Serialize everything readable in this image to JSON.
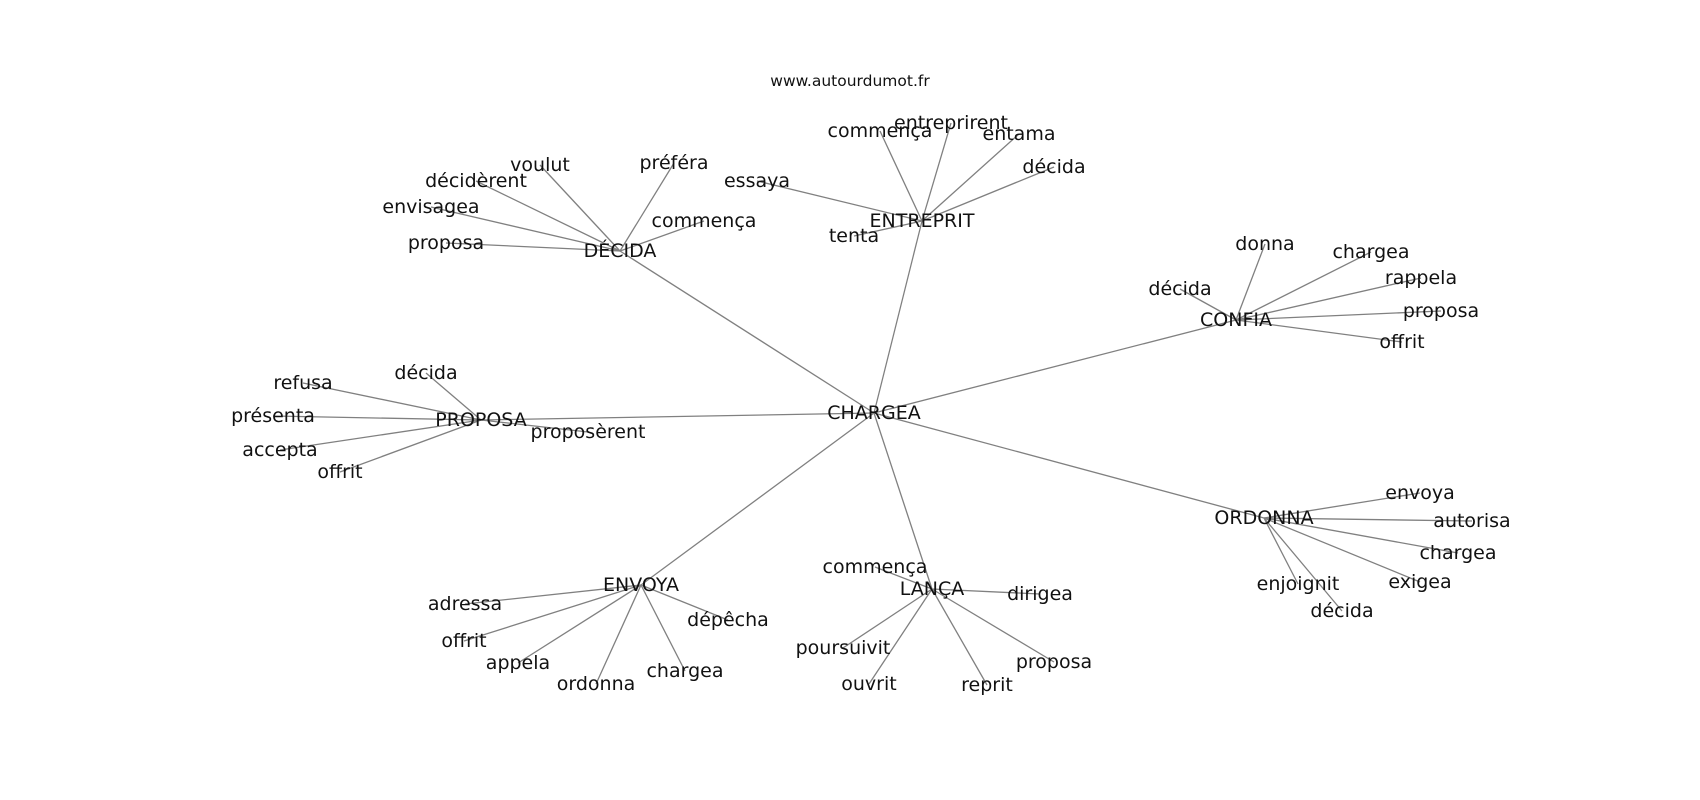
{
  "source": "www.autourdumot.fr",
  "colors": {
    "edge": "#808080",
    "text": "#111111",
    "background": "#ffffff"
  },
  "nodes": [
    {
      "id": "CHARGEA",
      "label": "CHARGEA"
    },
    {
      "id": "DECIDA",
      "label": "DÉCIDA"
    },
    {
      "id": "ENTREPRIT",
      "label": "ENTREPRIT"
    },
    {
      "id": "CONFIA",
      "label": "CONFIA"
    },
    {
      "id": "PROPOSA",
      "label": "PROPOSA"
    },
    {
      "id": "ORDONNA",
      "label": "ORDONNA"
    },
    {
      "id": "ENVOYA",
      "label": "ENVOYA"
    },
    {
      "id": "LANCA",
      "label": "LANÇA"
    },
    {
      "id": "d_voulut",
      "label": "voulut"
    },
    {
      "id": "d_prefera",
      "label": "préféra"
    },
    {
      "id": "d_deciderent",
      "label": "décidèrent"
    },
    {
      "id": "d_envisagea",
      "label": "envisagea"
    },
    {
      "id": "d_commenca",
      "label": "commença"
    },
    {
      "id": "d_proposa",
      "label": "proposa"
    },
    {
      "id": "e_commenca",
      "label": "commença"
    },
    {
      "id": "e_entreprirent",
      "label": "entreprirent"
    },
    {
      "id": "e_entama",
      "label": "entama"
    },
    {
      "id": "e_decida",
      "label": "décida"
    },
    {
      "id": "e_essaya",
      "label": "essaya"
    },
    {
      "id": "e_tenta",
      "label": "tenta"
    },
    {
      "id": "c_donna",
      "label": "donna"
    },
    {
      "id": "c_chargea",
      "label": "chargea"
    },
    {
      "id": "c_rappela",
      "label": "rappela"
    },
    {
      "id": "c_decida",
      "label": "décida"
    },
    {
      "id": "c_proposa",
      "label": "proposa"
    },
    {
      "id": "c_offrit",
      "label": "offrit"
    },
    {
      "id": "p_refusa",
      "label": "refusa"
    },
    {
      "id": "p_decida",
      "label": "décida"
    },
    {
      "id": "p_presenta",
      "label": "présenta"
    },
    {
      "id": "p_accepta",
      "label": "accepta"
    },
    {
      "id": "p_offrit",
      "label": "offrit"
    },
    {
      "id": "p_proposerent",
      "label": "proposèrent"
    },
    {
      "id": "o_envoya",
      "label": "envoya"
    },
    {
      "id": "o_autorisa",
      "label": "autorisa"
    },
    {
      "id": "o_chargea",
      "label": "chargea"
    },
    {
      "id": "o_exigea",
      "label": "exigea"
    },
    {
      "id": "o_enjoignit",
      "label": "enjoignit"
    },
    {
      "id": "o_decida",
      "label": "décida"
    },
    {
      "id": "v_adressa",
      "label": "adressa"
    },
    {
      "id": "v_offrit",
      "label": "offrit"
    },
    {
      "id": "v_appela",
      "label": "appela"
    },
    {
      "id": "v_ordonna",
      "label": "ordonna"
    },
    {
      "id": "v_chargea",
      "label": "chargea"
    },
    {
      "id": "v_depecha",
      "label": "dépêcha"
    },
    {
      "id": "l_commenca",
      "label": "commença"
    },
    {
      "id": "l_dirigea",
      "label": "dirigea"
    },
    {
      "id": "l_poursuivit",
      "label": "poursuivit"
    },
    {
      "id": "l_ouvrit",
      "label": "ouvrit"
    },
    {
      "id": "l_reprit",
      "label": "reprit"
    },
    {
      "id": "l_proposa",
      "label": "proposa"
    }
  ],
  "edges": [
    [
      "CHARGEA",
      "DECIDA"
    ],
    [
      "CHARGEA",
      "ENTREPRIT"
    ],
    [
      "CHARGEA",
      "CONFIA"
    ],
    [
      "CHARGEA",
      "PROPOSA"
    ],
    [
      "CHARGEA",
      "ORDONNA"
    ],
    [
      "CHARGEA",
      "ENVOYA"
    ],
    [
      "CHARGEA",
      "LANCA"
    ],
    [
      "DECIDA",
      "d_voulut"
    ],
    [
      "DECIDA",
      "d_prefera"
    ],
    [
      "DECIDA",
      "d_deciderent"
    ],
    [
      "DECIDA",
      "d_envisagea"
    ],
    [
      "DECIDA",
      "d_commenca"
    ],
    [
      "DECIDA",
      "d_proposa"
    ],
    [
      "ENTREPRIT",
      "e_commenca"
    ],
    [
      "ENTREPRIT",
      "e_entreprirent"
    ],
    [
      "ENTREPRIT",
      "e_entama"
    ],
    [
      "ENTREPRIT",
      "e_decida"
    ],
    [
      "ENTREPRIT",
      "e_essaya"
    ],
    [
      "ENTREPRIT",
      "e_tenta"
    ],
    [
      "CONFIA",
      "c_donna"
    ],
    [
      "CONFIA",
      "c_chargea"
    ],
    [
      "CONFIA",
      "c_rappela"
    ],
    [
      "CONFIA",
      "c_decida"
    ],
    [
      "CONFIA",
      "c_proposa"
    ],
    [
      "CONFIA",
      "c_offrit"
    ],
    [
      "PROPOSA",
      "p_refusa"
    ],
    [
      "PROPOSA",
      "p_decida"
    ],
    [
      "PROPOSA",
      "p_presenta"
    ],
    [
      "PROPOSA",
      "p_accepta"
    ],
    [
      "PROPOSA",
      "p_offrit"
    ],
    [
      "PROPOSA",
      "p_proposerent"
    ],
    [
      "ORDONNA",
      "o_envoya"
    ],
    [
      "ORDONNA",
      "o_autorisa"
    ],
    [
      "ORDONNA",
      "o_chargea"
    ],
    [
      "ORDONNA",
      "o_exigea"
    ],
    [
      "ORDONNA",
      "o_enjoignit"
    ],
    [
      "ORDONNA",
      "o_decida"
    ],
    [
      "ENVOYA",
      "v_adressa"
    ],
    [
      "ENVOYA",
      "v_offrit"
    ],
    [
      "ENVOYA",
      "v_appela"
    ],
    [
      "ENVOYA",
      "v_ordonna"
    ],
    [
      "ENVOYA",
      "v_chargea"
    ],
    [
      "ENVOYA",
      "v_depecha"
    ],
    [
      "LANCA",
      "l_commenca"
    ],
    [
      "LANCA",
      "l_dirigea"
    ],
    [
      "LANCA",
      "l_poursuivit"
    ],
    [
      "LANCA",
      "l_ouvrit"
    ],
    [
      "LANCA",
      "l_reprit"
    ],
    [
      "LANCA",
      "l_proposa"
    ]
  ]
}
